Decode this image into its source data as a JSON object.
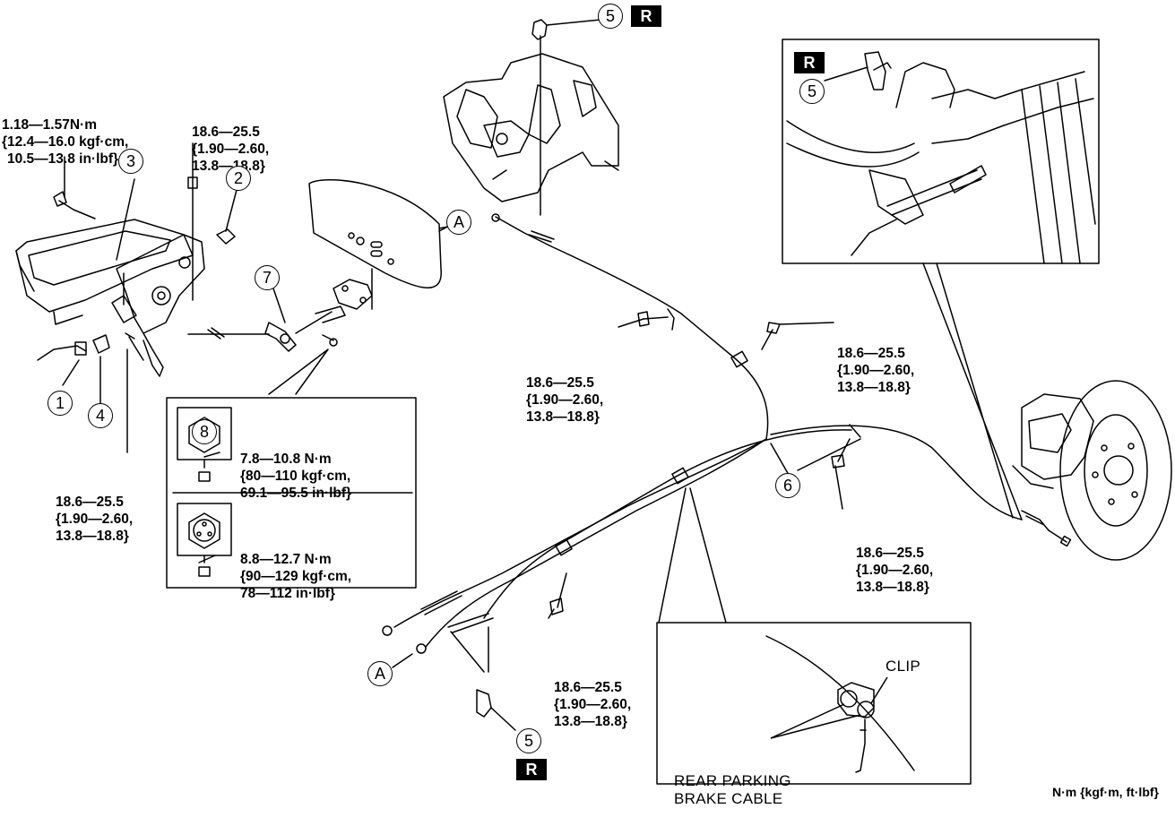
{
  "torque_specs": {
    "t1": [
      "1.18—1.57N·m",
      "{12.4—16.0 kgf·cm,",
      "10.5—13.8 in·lbf}"
    ],
    "t2": [
      "18.6—25.5",
      "{1.90—2.60,",
      "13.8—18.8}"
    ],
    "t3": [
      "18.6—25.5",
      "{1.90—2.60,",
      "13.8—18.8}"
    ],
    "t4": [
      "18.6—25.5",
      "{1.90—2.60,",
      "13.8—18.8}"
    ],
    "t5": [
      "18.6—25.5",
      "{1.90—2.60,",
      "13.8—18.8}"
    ],
    "t6": [
      "18.6—25.5",
      "{1.90—2.60,",
      "13.8—18.8}"
    ],
    "t7": [
      "18.6—25.5",
      "{1.90—2.60,",
      "13.8—18.8}"
    ],
    "t8a": [
      "7.8—10.8 N·m",
      "{80—110 kgf·cm,",
      "69.1—95.5 in·lbf}"
    ],
    "t8b": [
      "8.8—12.7 N·m",
      "{90—129 kgf·cm,",
      "78—112 in·lbf}"
    ]
  },
  "callouts": {
    "n1": "1",
    "n2": "2",
    "n3": "3",
    "n4": "4",
    "n5a": "5",
    "n5b": "5",
    "n5c": "5",
    "n6": "6",
    "n7": "7",
    "n8": "8",
    "a1": "A",
    "a2": "A"
  },
  "r_tag": "R",
  "detail_box": {
    "clip_label": "CLIP",
    "cable_label": [
      "REAR PARKING",
      "BRAKE CABLE"
    ]
  },
  "units_legend": "N·m {kgf·m, ft·lbf}"
}
